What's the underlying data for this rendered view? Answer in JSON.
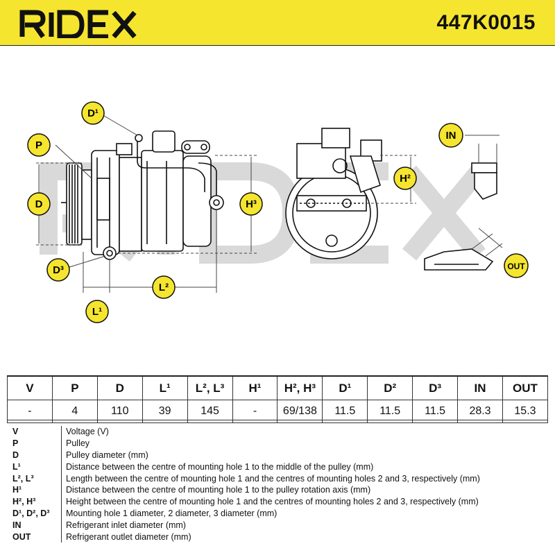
{
  "header": {
    "brand": "RIDEX",
    "part_number": "447K0015",
    "brand_color": "#f5e52e"
  },
  "diagram_labels": {
    "d1": "D¹",
    "p": "P",
    "d": "D",
    "d3": "D³",
    "l1": "L¹",
    "l2": "L²",
    "h3": "H³",
    "h2": "H²",
    "in": "IN",
    "out": "OUT",
    "watermark": "RIDEX"
  },
  "specs": {
    "headers": [
      "V",
      "P",
      "D",
      "L¹",
      "L², L³",
      "H¹",
      "H², H³",
      "D¹",
      "D²",
      "D³",
      "IN",
      "OUT"
    ],
    "values": [
      "-",
      "4",
      "110",
      "39",
      "145",
      "-",
      "69/138",
      "11.5",
      "11.5",
      "11.5",
      "28.3",
      "15.3"
    ]
  },
  "legend": [
    {
      "code": "V",
      "desc": "Voltage (V)"
    },
    {
      "code": "P",
      "desc": "Pulley"
    },
    {
      "code": "D",
      "desc": "Pulley diameter (mm)"
    },
    {
      "code": "L¹",
      "desc": "Distance between the centre of mounting hole 1 to the middle of the pulley (mm)"
    },
    {
      "code": "L², L³",
      "desc": "Length between the centre of mounting hole 1 and the centres of mounting holes 2 and 3, respectively (mm)"
    },
    {
      "code": "H¹",
      "desc": "Distance between the centre of mounting hole 1 to the pulley rotation axis (mm)"
    },
    {
      "code": "H², H³",
      "desc": "Height between the centre of mounting hole 1 and the centres of mounting holes 2 and 3, respectively (mm)"
    },
    {
      "code": "D¹, D², D³",
      "desc": "Mounting hole 1 diameter, 2 diameter, 3 diameter (mm)"
    },
    {
      "code": "IN",
      "desc": "Refrigerant inlet diameter (mm)"
    },
    {
      "code": "OUT",
      "desc": "Refrigerant outlet diameter (mm)"
    }
  ],
  "colors": {
    "label_fill": "#f5e52e",
    "line": "#111111",
    "dimension": "#444444",
    "watermark": "#d8d8d8"
  }
}
